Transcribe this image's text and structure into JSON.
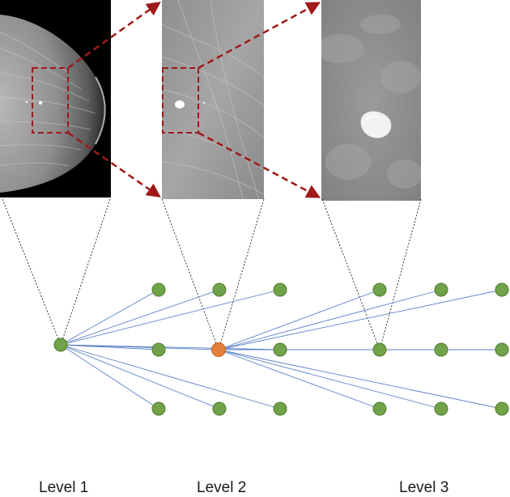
{
  "levels": [
    {
      "label": "Level 1"
    },
    {
      "label": "Level 2"
    },
    {
      "label": "Level 3"
    }
  ],
  "colors": {
    "node_default": "#70a349",
    "node_selected": "#e4803b",
    "node_stroke": "#4f7a30",
    "edge": "#5b80c9",
    "zoom_box": "#a01818",
    "projection": "#222222"
  },
  "images": [
    {
      "name": "mammogram-level-1",
      "content": "full breast mammogram"
    },
    {
      "name": "mammogram-level-2",
      "content": "zoomed region with small lesion"
    },
    {
      "name": "mammogram-level-3",
      "content": "further zoomed region with lesion"
    }
  ]
}
